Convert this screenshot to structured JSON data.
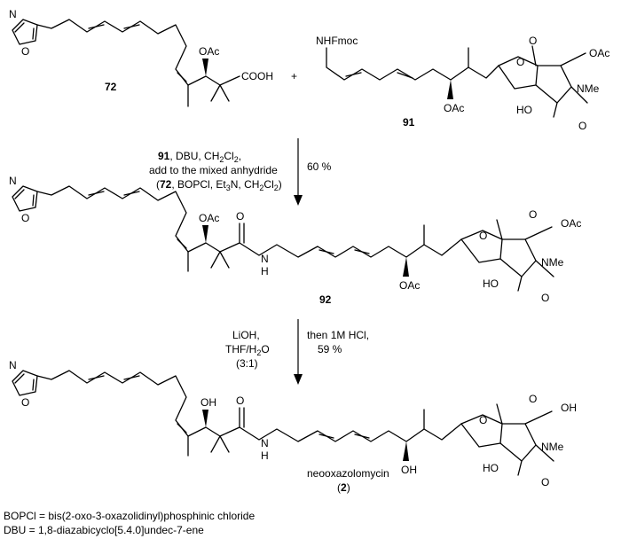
{
  "scheme": {
    "reactant1": {
      "number": "72",
      "labels": {
        "N": "N",
        "O": "O",
        "OAc": "OAc",
        "COOH": "COOH"
      }
    },
    "plus": "+",
    "reactant2": {
      "number": "91",
      "labels": {
        "NHFmoc": "NHFmoc",
        "OAc": "OAc",
        "O1": "O",
        "O2": "O",
        "O3": "O",
        "OAc2": "OAc",
        "NMe": "NMe",
        "HO": "HO"
      }
    },
    "step1": {
      "conditions_line1_num": "91",
      "conditions_line1_rest": ", DBU, CH",
      "conditions_line1_sub": "2",
      "conditions_line1_rest2": "Cl",
      "conditions_line1_sub2": "2",
      "conditions_line1_end": ",",
      "conditions_line2": "add to the mixed anhydride",
      "conditions_line3_open": "(",
      "conditions_line3_num": "72",
      "conditions_line3_mid": ", BOPCl, Et",
      "conditions_line3_sub": "3",
      "conditions_line3_mid2": "N, CH",
      "conditions_line3_sub2": "2",
      "conditions_line3_mid3": "Cl",
      "conditions_line3_sub3": "2",
      "conditions_line3_close": ")",
      "yield": "60 %"
    },
    "product1": {
      "number": "92",
      "labels": {
        "N": "N",
        "O": "O",
        "OAc": "OAc",
        "O_amide": "O",
        "NH": "H",
        "Nam": "N",
        "OAc_lower": "OAc",
        "O1": "O",
        "O2": "O",
        "O3": "O",
        "OAc2": "OAc",
        "NMe": "NMe",
        "HO": "HO"
      }
    },
    "step2": {
      "reagent_line1": "LiOH,",
      "reagent_line2_a": "THF/H",
      "reagent_line2_sub": "2",
      "reagent_line2_b": "O",
      "reagent_line3": "(3:1)",
      "then_line": "then 1M HCl,",
      "yield": "59 %"
    },
    "product2": {
      "name": "neooxazolomycin",
      "number_open": "(",
      "number": "2",
      "number_close": ")",
      "labels": {
        "N": "N",
        "O": "O",
        "OH": "OH",
        "O_amide": "O",
        "NH": "H",
        "Nam": "N",
        "OH_lower": "OH",
        "O1": "O",
        "O2": "O",
        "O3": "O",
        "OH2": "OH",
        "NMe": "NMe",
        "HO": "HO"
      }
    },
    "footnotes": {
      "bopcl": "BOPCl = bis(2-oxo-3-oxazolidinyl)phosphinic chloride",
      "dbu": "DBU = 1,8-diazabicyclo[5.4.0]undec-7-ene"
    }
  }
}
